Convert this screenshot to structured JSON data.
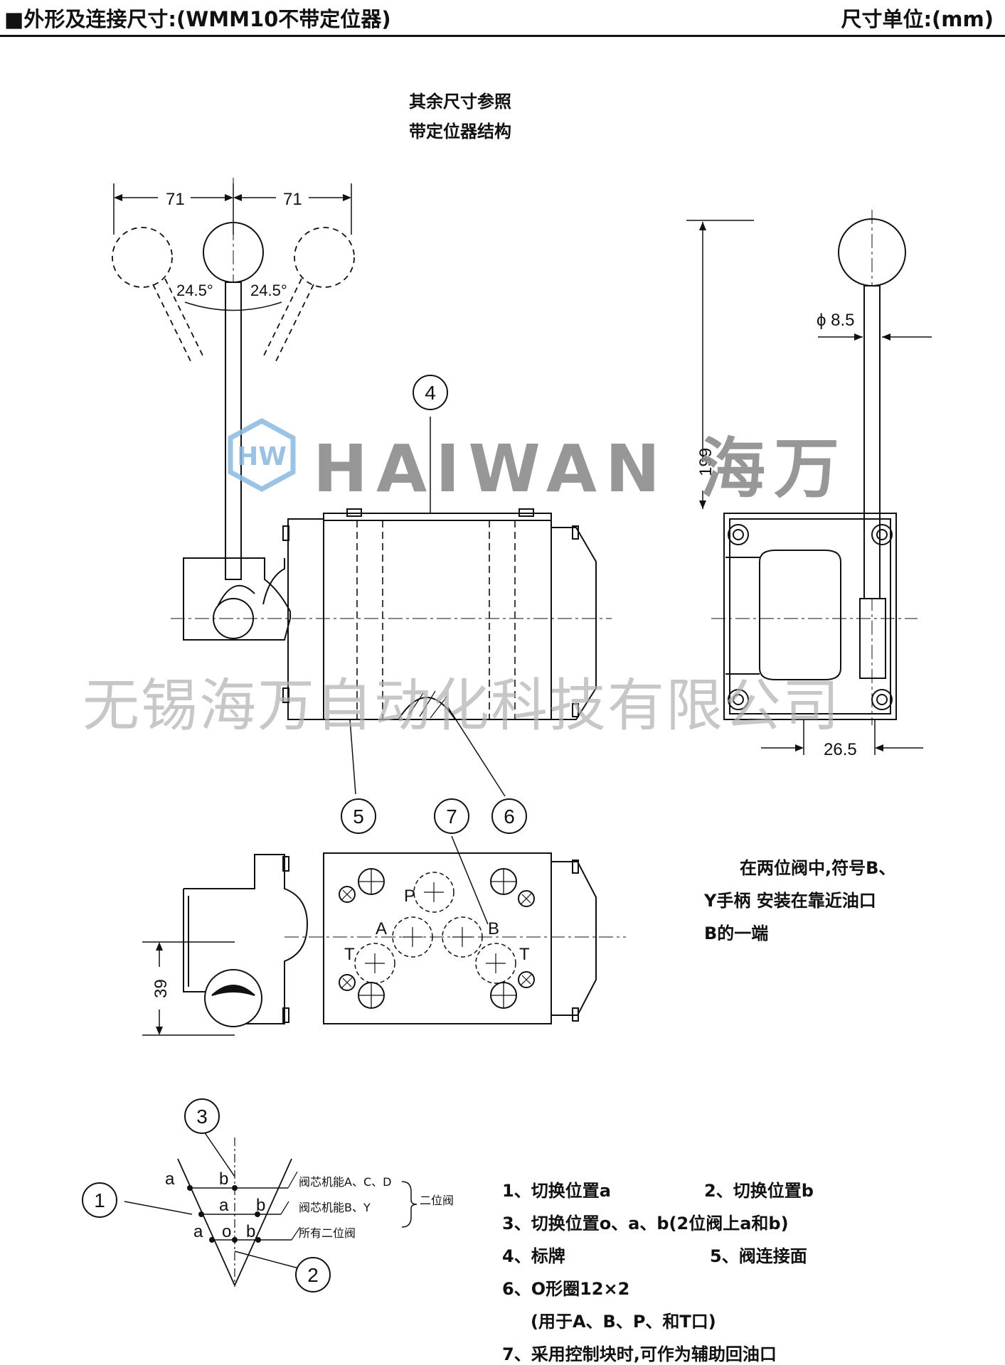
{
  "header": {
    "title": "■外形及连接尺寸:(WMM10不带定位器)",
    "unit": "尺寸单位:(mm)"
  },
  "notes": {
    "refer_line1": "其余尺寸参照",
    "refer_line2": "带定位器结构",
    "handle_line1": "在两位阀中,符号B、",
    "handle_line2": "Y手柄 安装在靠近油口",
    "handle_line3": "B的一端"
  },
  "dimensions": {
    "left_71": "71",
    "right_71": "71",
    "angle_left": "24.5°",
    "angle_right": "24.5°",
    "diameter": "ϕ 8.5",
    "height_199": "199",
    "width_26_5": "26.5",
    "height_39": "39"
  },
  "callouts": [
    "1",
    "2",
    "3",
    "4",
    "5",
    "6",
    "7"
  ],
  "ports": {
    "P": "P",
    "A": "A",
    "B": "B",
    "T_left": "T",
    "T_right": "T"
  },
  "position_chart": {
    "row1_a": "a",
    "row1_b": "b",
    "row2_a": "a",
    "row2_b": "b",
    "row3_a": "a",
    "row3_o": "o",
    "row3_b": "b",
    "row1_label": "阀芯机能A、C、D",
    "row2_label": "阀芯机能B、Y",
    "row3_label": "所有二位阀",
    "brace_label": "二位阀"
  },
  "legend": {
    "item1": "1、切换位置a",
    "item2": "2、切换位置b",
    "item3": "3、切换位置o、a、b(2位阀上a和b)",
    "item4": "4、标牌",
    "item5": "5、阀连接面",
    "item6": "6、O形圈12×2",
    "item6_sub": "(用于A、B、P、和T口)",
    "item7": "7、采用控制块时,可作为辅助回油口"
  },
  "watermark": {
    "brand": "HAIWAN 海万",
    "logo_text": "HW",
    "company": "无锡海万自动化科技有限公司"
  },
  "colors": {
    "line": "#111111",
    "logo_blue": "#8ab8e0",
    "watermark_gray": "#9a9a9a"
  }
}
